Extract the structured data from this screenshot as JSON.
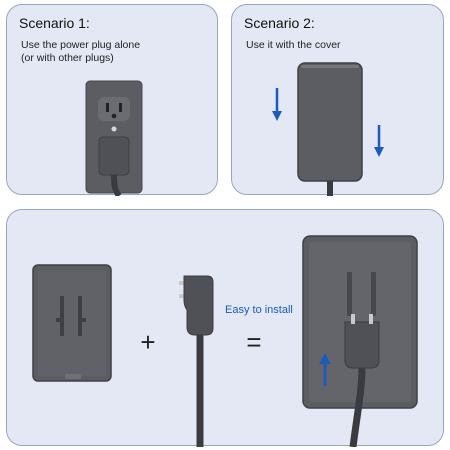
{
  "scenario1": {
    "title": "Scenario 1:",
    "desc_line1": "Use the power plug alone",
    "desc_line2": "(or with other plugs)"
  },
  "scenario2": {
    "title": "Scenario 2:",
    "desc": "Use it with the cover"
  },
  "install": {
    "plus": "+",
    "equals": "=",
    "easy_label": "Easy to install"
  },
  "colors": {
    "panel_bg": "#e3e8f4",
    "panel_border": "#9aa4c4",
    "device_gray": "#5b5d63",
    "arrow_blue": "#1d5bb8"
  }
}
